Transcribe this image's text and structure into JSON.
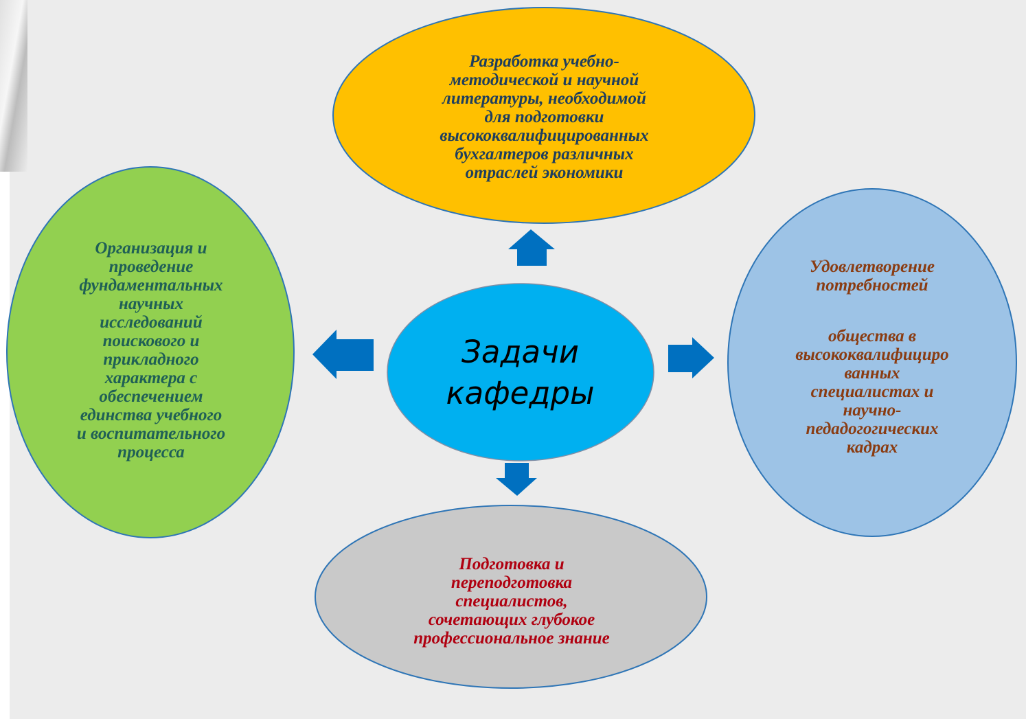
{
  "colors": {
    "center": "#00b0f0",
    "top": "#ffc000",
    "left": "#92d050",
    "right": "#9dc3e6",
    "bottom": "#c9c9c9",
    "arrow": "#0070c0",
    "outline": "#2e75b6",
    "background": "#ececec"
  },
  "center": {
    "title": "Задачи\nкафедры"
  },
  "tasks": {
    "top": "Разработка учебно-\nметодической и научной\nлитературы, необходимой\nдля подготовки\nвысококвалифицированных\nбухгалтеров различных\nотраслей экономики",
    "left": "Организация и\nпроведение\nфундаментальных\nнаучных\nисследований\nпоискового и\nприкладного\nхарактера с\nобеспечением\nединства учебного\nи воспитательного\nпроцесса",
    "right": {
      "part1": "Удовлетворение\nпотребностей",
      "part2": "общества в\nвысококвалифициро\nванных\nспециалистах и\nнаучно-\nпедадогогических\nкадрах"
    },
    "bottom": "Подготовка и\nпереподготовка\nспециалистов,\nсочетающих глубокое\nпрофессиональное знание"
  },
  "icons": {
    "arrows": [
      "arrow-up-icon",
      "arrow-down-icon",
      "arrow-left-icon",
      "arrow-right-icon"
    ]
  }
}
